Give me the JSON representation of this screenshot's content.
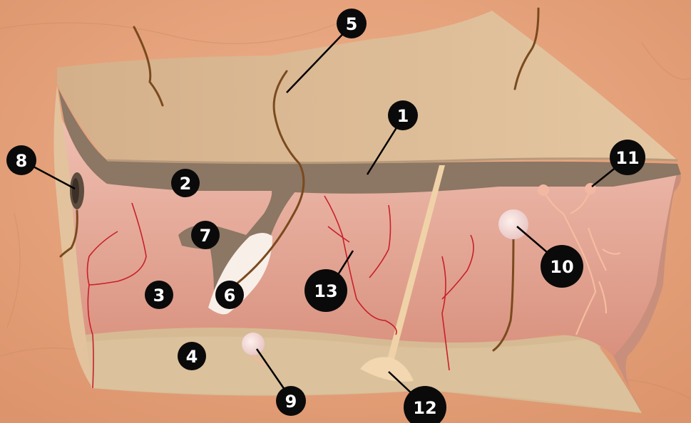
{
  "colors": {
    "background": "#e8a37d",
    "epidermis_top": "#d7b48d",
    "epidermis_dark": "#8a7462",
    "dermis": "#e4ac9c",
    "dermis_deep": "#d8937f",
    "hypodermis": "#d8bd98",
    "hair": "#7a4a1e",
    "vessel": "#c8202a",
    "nerve": "#f2b896",
    "label_fill": "#0a0a0a",
    "label_text": "#ffffff"
  },
  "labels": [
    {
      "id": "1",
      "text": "1"
    },
    {
      "id": "2",
      "text": "2"
    },
    {
      "id": "3",
      "text": "3"
    },
    {
      "id": "4",
      "text": "4"
    },
    {
      "id": "5",
      "text": "5"
    },
    {
      "id": "6",
      "text": "6"
    },
    {
      "id": "7",
      "text": "7"
    },
    {
      "id": "8",
      "text": "8"
    },
    {
      "id": "9",
      "text": "9"
    },
    {
      "id": "10",
      "text": "10"
    },
    {
      "id": "11",
      "text": "11"
    },
    {
      "id": "12",
      "text": "12"
    },
    {
      "id": "13",
      "text": "13"
    }
  ]
}
